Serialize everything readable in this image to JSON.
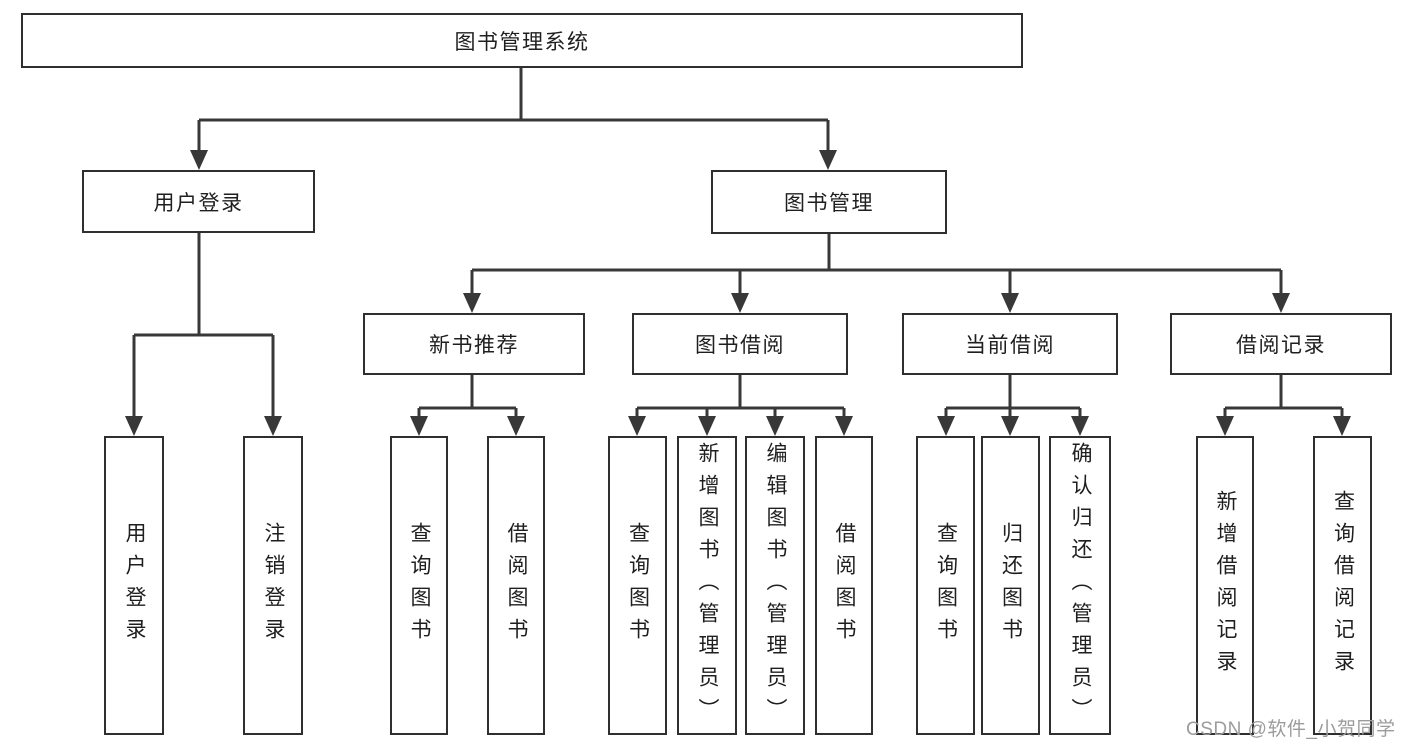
{
  "tree": {
    "root": {
      "label": "图书管理系统"
    },
    "branches": [
      {
        "label": "用户登录",
        "children": [
          {
            "label": "用户登录"
          },
          {
            "label": "注销登录"
          }
        ]
      },
      {
        "label": "图书管理",
        "children": [
          {
            "label": "新书推荐",
            "children": [
              {
                "label": "查询图书"
              },
              {
                "label": "借阅图书"
              }
            ]
          },
          {
            "label": "图书借阅",
            "children": [
              {
                "label": "查询图书"
              },
              {
                "label": "新增图书（管理员）"
              },
              {
                "label": "编辑图书（管理员）"
              },
              {
                "label": "借阅图书"
              }
            ]
          },
          {
            "label": "当前借阅",
            "children": [
              {
                "label": "查询图书"
              },
              {
                "label": "归还图书"
              },
              {
                "label": "确认归还（管理员）"
              }
            ]
          },
          {
            "label": "借阅记录",
            "children": [
              {
                "label": "新增借阅记录"
              },
              {
                "label": "查询借阅记录"
              }
            ]
          }
        ]
      }
    ]
  },
  "watermark": {
    "text": "CSDN @软件_小贺同学"
  },
  "colors": {
    "line": "#383838",
    "border": "#2f2f2f",
    "text": "#1f1f1f",
    "watermark": "#9c9c9c",
    "background": "#ffffff"
  }
}
